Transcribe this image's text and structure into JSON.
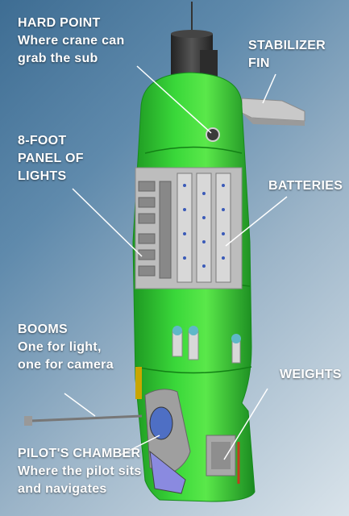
{
  "labels": {
    "hard_point": {
      "title": "HARD POINT",
      "desc_line1": "Where crane can",
      "desc_line2": "grab the sub"
    },
    "stabilizer": {
      "line1": "STABILIZER",
      "line2": "FIN"
    },
    "lights": {
      "line1": "8-FOOT",
      "line2": "PANEL OF",
      "line3": "LIGHTS"
    },
    "batteries": {
      "title": "BATTERIES"
    },
    "booms": {
      "title": "BOOMS",
      "desc_line1": "One for light,",
      "desc_line2": "one for camera"
    },
    "weights": {
      "title": "WEIGHTS"
    },
    "pilot": {
      "title": "PILOT'S CHAMBER",
      "desc_line1": "Where the pilot sits",
      "desc_line2": "and navigates"
    }
  },
  "colors": {
    "hull_green": "#2fcf2f",
    "hull_dark": "#1f9a24",
    "hull_light": "#66ee55",
    "panel_gray": "#b9b9b9",
    "mast_dark": "#333333",
    "leader_line": "#ffffff"
  }
}
